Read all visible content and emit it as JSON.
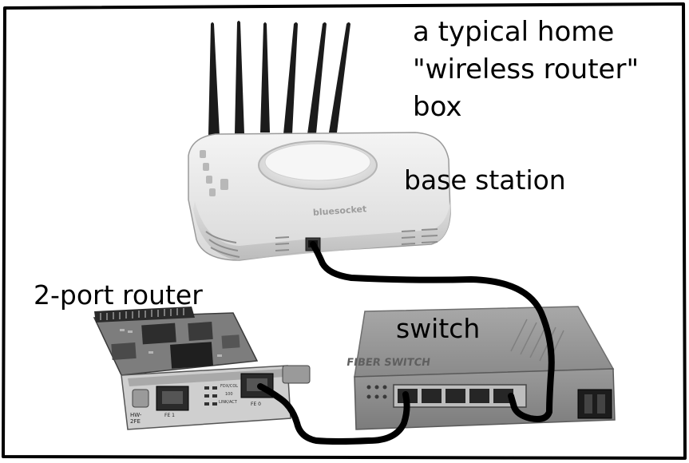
{
  "labels": {
    "home_router": [
      "a typical home",
      "\"wireless router\"",
      "box"
    ],
    "base_station": "base station",
    "router_2port": "2-port router",
    "switch": "switch"
  },
  "device_print": {
    "base_brand": "bluesocket",
    "switch_panel": "FIBER SWITCH",
    "card_led_1": "FDX/COL",
    "card_led_2": "100",
    "card_led_3": "LINK/ACT",
    "card_model_1": "HW-",
    "card_model_2": "2FE",
    "port_fe1": "FE 1",
    "port_fe0": "FE 0"
  }
}
